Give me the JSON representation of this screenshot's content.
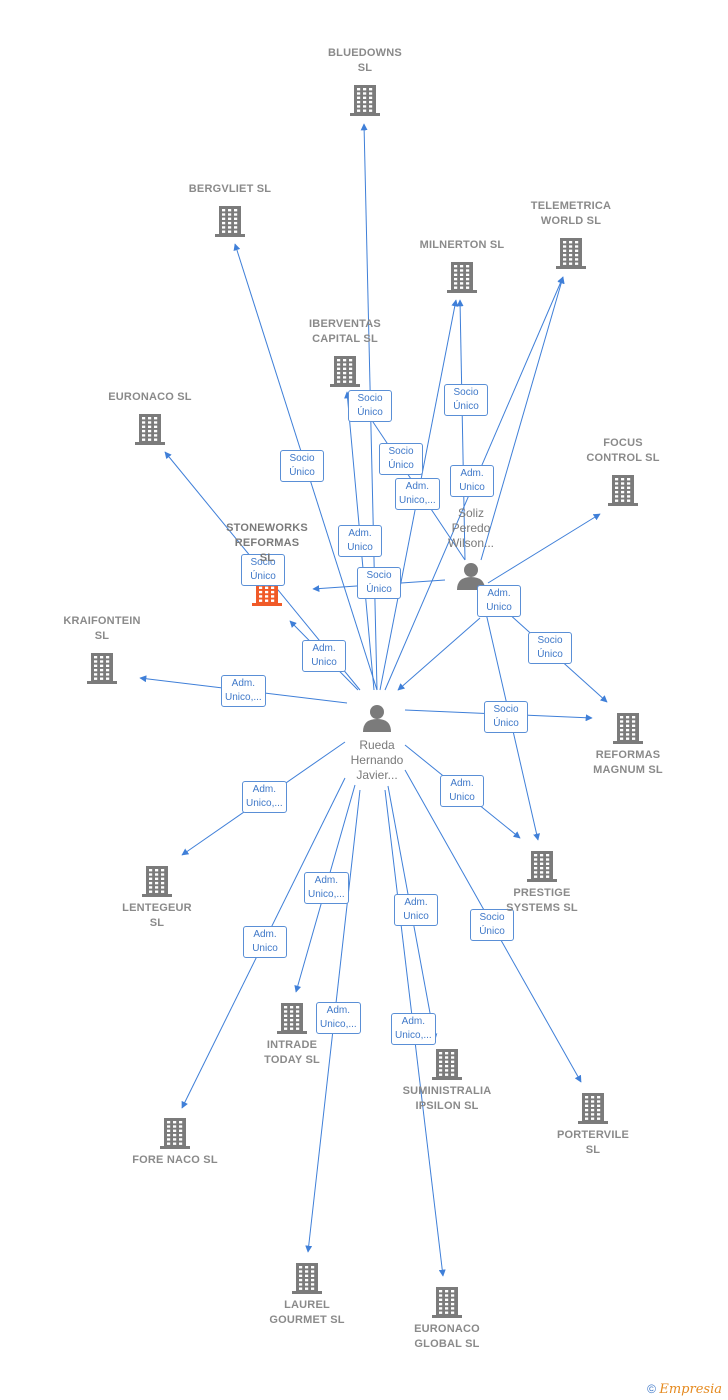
{
  "colors": {
    "edge": "#3f7fd8",
    "building": "#7b7b7b",
    "building_focus": "#f05a28",
    "person": "#7b7b7b",
    "badge_border": "#5a8fd6",
    "badge_text": "#3f78c8",
    "label": "#8a8a8a"
  },
  "companies": [
    {
      "id": "bluedowns",
      "label": "BLUEDOWNS\nSL"
    },
    {
      "id": "bergvliet",
      "label": "BERGVLIET  SL"
    },
    {
      "id": "telemetrica",
      "label": "TELEMETRICA\nWORLD  SL"
    },
    {
      "id": "milnerton",
      "label": "MILNERTON SL"
    },
    {
      "id": "iberventas",
      "label": "IBERVENTAS\nCAPITAL  SL"
    },
    {
      "id": "euronaco",
      "label": "EURONACO SL"
    },
    {
      "id": "focus",
      "label": "FOCUS\nCONTROL  SL"
    },
    {
      "id": "stoneworks",
      "label": "STONEWORKS\nREFORMAS\nSL",
      "focus": true
    },
    {
      "id": "kraifontein",
      "label": "KRAIFONTEIN\nSL"
    },
    {
      "id": "reformas",
      "label": "REFORMAS\nMAGNUM  SL"
    },
    {
      "id": "prestige",
      "label": "PRESTIGE\nSYSTEMS  SL"
    },
    {
      "id": "lentegeur",
      "label": "LENTEGEUR\nSL"
    },
    {
      "id": "intrade",
      "label": "INTRADE\nTODAY  SL"
    },
    {
      "id": "suministralia",
      "label": "SUMINISTRALIA\nIPSILON  SL"
    },
    {
      "id": "portervile",
      "label": "PORTERVILE\nSL"
    },
    {
      "id": "forenaco",
      "label": "FORE NACO SL"
    },
    {
      "id": "laurel",
      "label": "LAUREL\nGOURMET  SL"
    },
    {
      "id": "euronacoglobal",
      "label": "EURONACO\nGLOBAL  SL"
    }
  ],
  "persons": [
    {
      "id": "rueda",
      "label": "Rueda\nHernando\nJavier..."
    },
    {
      "id": "soliz",
      "label": "Soliz\nPeredo\nWilson..."
    }
  ],
  "edges": [
    {
      "from": "rueda",
      "to": "bluedowns",
      "role": "Socio\nÚnico"
    },
    {
      "from": "rueda",
      "to": "bergvliet",
      "role": "Socio\nÚnico"
    },
    {
      "from": "rueda",
      "to": "iberventas",
      "role": "Adm.\nUnico"
    },
    {
      "from": "rueda",
      "to": "milnerton",
      "role": "Adm.\nUnico,..."
    },
    {
      "from": "rueda",
      "to": "euronaco",
      "role": "Socio\nÚnico"
    },
    {
      "from": "rueda",
      "to": "stoneworks",
      "role": "Adm.\nUnico"
    },
    {
      "from": "rueda",
      "to": "kraifontein",
      "role": "Adm.\nUnico,..."
    },
    {
      "from": "rueda",
      "to": "reformas",
      "role": "Socio\nÚnico"
    },
    {
      "from": "rueda",
      "to": "prestige",
      "role": "Adm.\nUnico"
    },
    {
      "from": "rueda",
      "to": "lentegeur",
      "role": "Adm.\nUnico,..."
    },
    {
      "from": "rueda",
      "to": "intrade",
      "role": "Adm.\nUnico,..."
    },
    {
      "from": "rueda",
      "to": "forenaco",
      "role": "Adm.\nUnico"
    },
    {
      "from": "rueda",
      "to": "suministralia",
      "role": "Adm.\nUnico"
    },
    {
      "from": "rueda",
      "to": "portervile",
      "role": "Socio\nÚnico"
    },
    {
      "from": "rueda",
      "to": "laurel",
      "role": "Adm.\nUnico,..."
    },
    {
      "from": "rueda",
      "to": "euronacoglobal",
      "role": "Adm.\nUnico,..."
    },
    {
      "from": "rueda",
      "to": "telemetrica",
      "role": ""
    },
    {
      "from": "soliz",
      "to": "stoneworks",
      "role": "Socio\nÚnico"
    },
    {
      "from": "soliz",
      "to": "iberventas",
      "role": "Socio\nÚnico"
    },
    {
      "from": "soliz",
      "to": "milnerton",
      "role": "Socio\nÚnico"
    },
    {
      "from": "soliz",
      "to": "telemetrica",
      "role": "Adm.\nUnico"
    },
    {
      "from": "soliz",
      "to": "focus",
      "role": ""
    },
    {
      "from": "soliz",
      "to": "reformas",
      "role": "Socio\nÚnico"
    },
    {
      "from": "soliz",
      "to": "prestige",
      "role": ""
    },
    {
      "from": "soliz",
      "to": "rueda",
      "role": "Adm.\nUnico"
    }
  ],
  "footer": {
    "copyright": "©",
    "brand": "Empresia"
  }
}
